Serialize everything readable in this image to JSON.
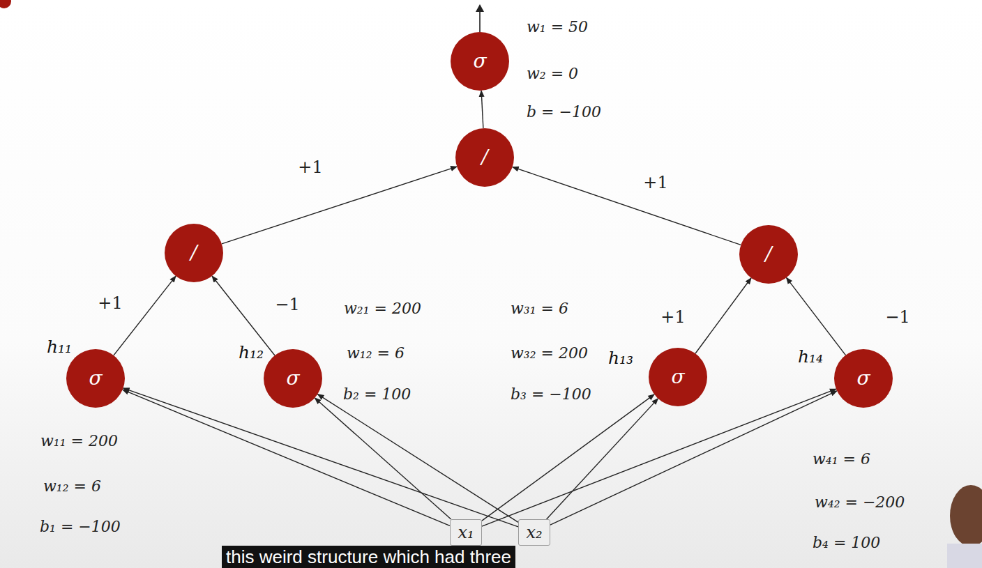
{
  "diagram": {
    "nodes": [
      {
        "text": [
          "σ"
        ]
      },
      {
        "text": [
          "/"
        ]
      },
      {
        "text": [
          "/"
        ]
      },
      {
        "text": [
          "/"
        ]
      },
      {
        "text": [
          "h₁₁",
          "σ"
        ]
      },
      {
        "text": [
          "h₁₂",
          "σ"
        ]
      },
      {
        "text": [
          "h₁₃",
          "σ"
        ]
      },
      {
        "text": [
          "h₁₄",
          "σ"
        ]
      },
      {
        "text": [
          "x₁"
        ]
      },
      {
        "text": [
          "x₂"
        ]
      }
    ],
    "edges": [
      {
        "from": 8,
        "to": 4,
        "arrow": "to"
      },
      {
        "from": 9,
        "to": 4,
        "arrow": "to"
      },
      {
        "from": 8,
        "to": 5,
        "arrow": "to"
      },
      {
        "from": 9,
        "to": 5,
        "arrow": "to"
      },
      {
        "from": 8,
        "to": 6,
        "arrow": "to"
      },
      {
        "from": 9,
        "to": 6,
        "arrow": "to"
      },
      {
        "from": 8,
        "to": 7,
        "arrow": "to"
      },
      {
        "from": 9,
        "to": 7,
        "arrow": "to"
      },
      {
        "from": 4,
        "to": 2,
        "label": "+1",
        "arrow": "to"
      },
      {
        "from": 5,
        "to": 2,
        "label": "−1",
        "arrow": "to"
      },
      {
        "from": 6,
        "to": 3,
        "label": "+1",
        "arrow": "to"
      },
      {
        "from": 7,
        "to": 3,
        "label": "−1",
        "arrow": "to"
      },
      {
        "from": 2,
        "to": 1,
        "label": "+1",
        "arrow": "to"
      },
      {
        "from": 3,
        "to": 1,
        "label": "+1",
        "arrow": "to"
      },
      {
        "from": 1,
        "to": 0,
        "arrow": "to"
      }
    ],
    "labels": [
      "w₁ = 50",
      "w₂ = 0",
      "b = −100",
      "w₂₁ = 200",
      "w₁₂ = 6",
      "b₂ = 100",
      "w₃₁ = 6",
      "w₃₂ = 200",
      "b₃ = −100",
      "w₁₁ = 200",
      "w₁₂ = 6",
      "b₁ = −100",
      "w₄₁ = 6",
      "w₄₂ = −200",
      "b₄ = 100",
      "this weird structure which had three"
    ]
  }
}
